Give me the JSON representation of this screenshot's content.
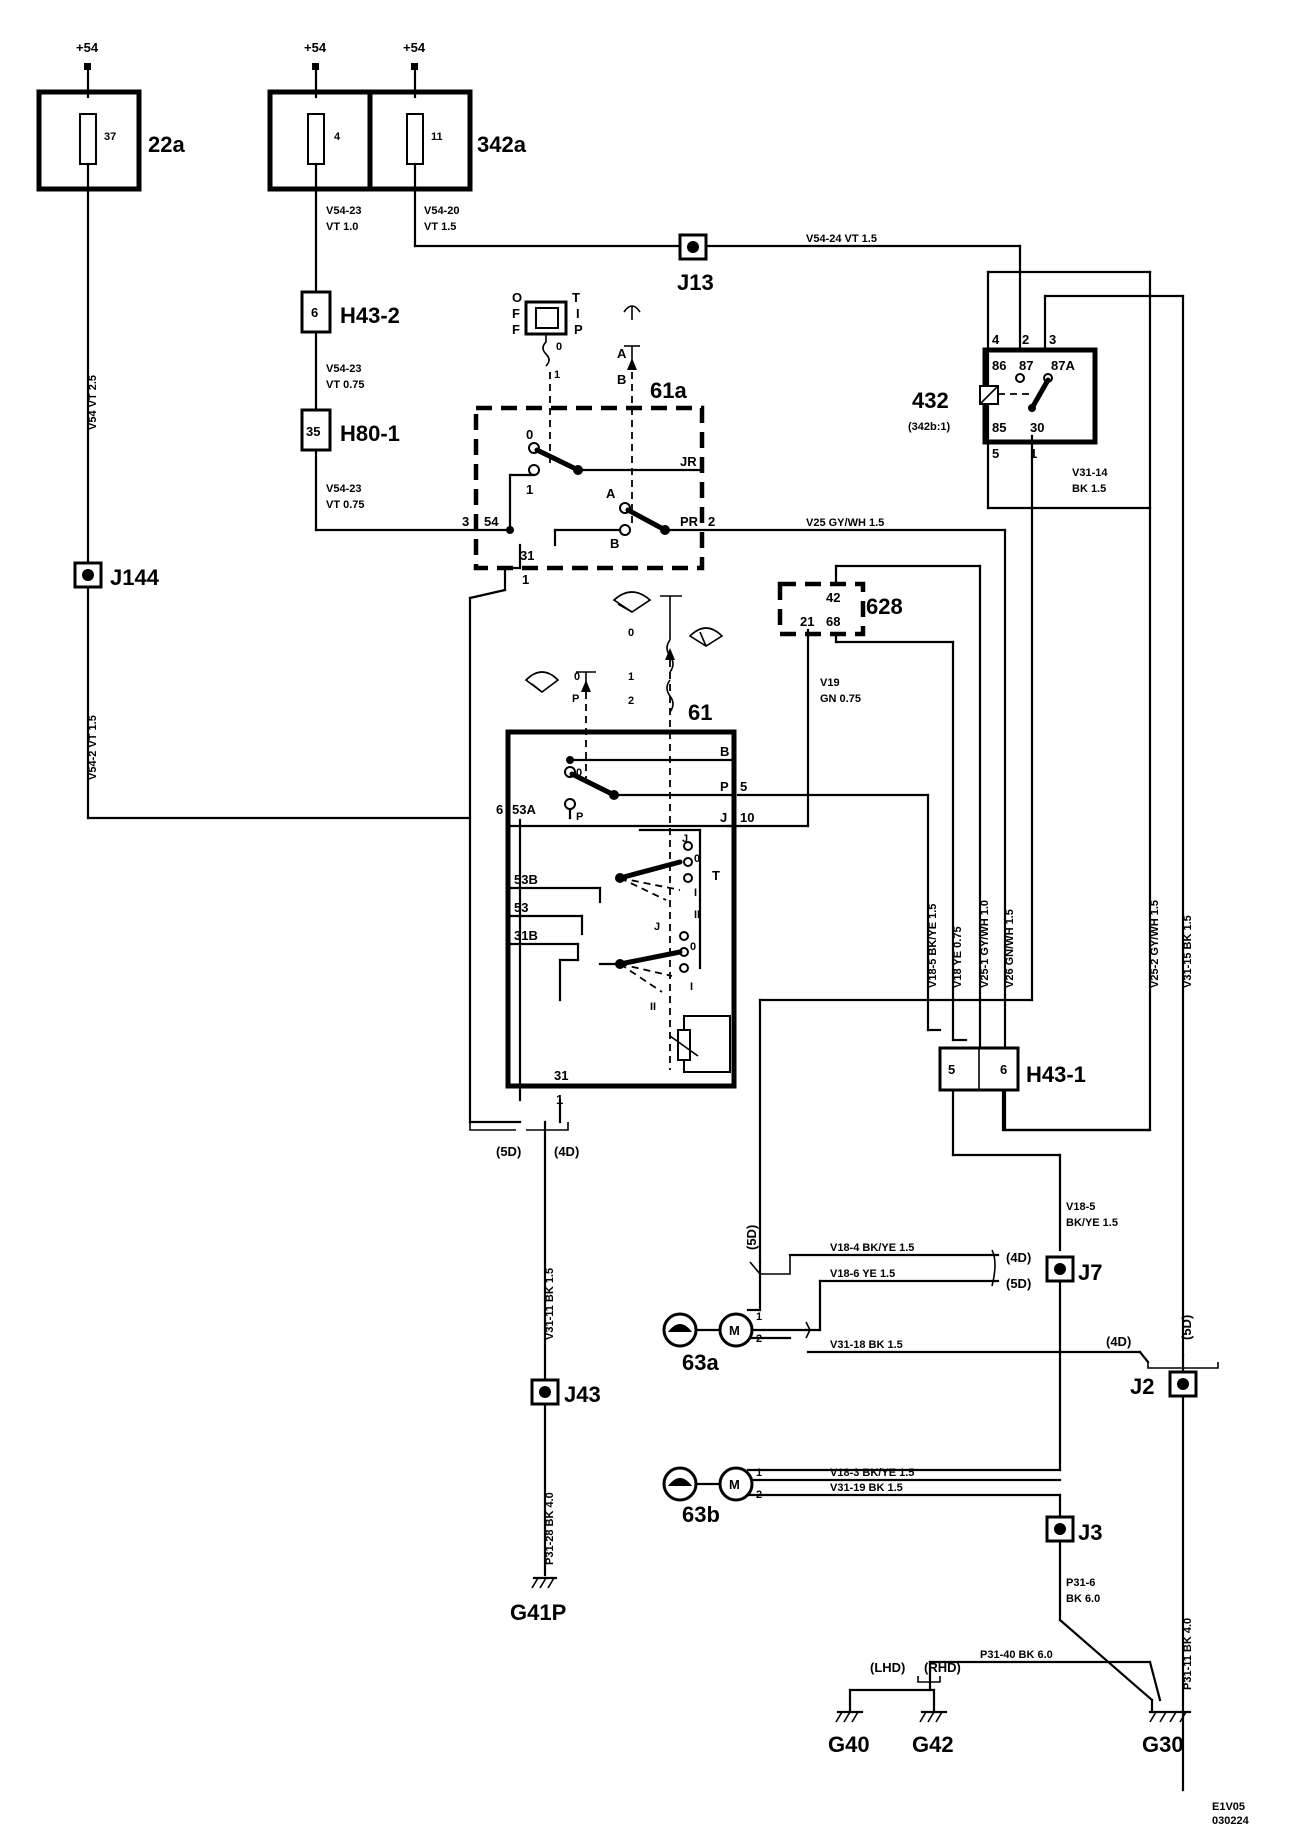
{
  "supply": [
    "+54",
    "+54",
    "+54"
  ],
  "fuse_blocks": {
    "b22a": "22a",
    "b342a": "342a",
    "f37": "37",
    "f4": "4",
    "f11": "11"
  },
  "wires": {
    "v54_23_top": "V54-23",
    "vt_10": "VT    1.0",
    "v54_20": "V54-20",
    "vt_15_a": "VT    1.5",
    "v54_24": "V54-24    VT      1.5",
    "v54_23_mid": "V54-23",
    "vt_075_a": "VT     0.75",
    "v54_23_low": "V54-23",
    "vt_075_b": "VT     0.75",
    "v25_main": "V25     GY/WH     1.5",
    "v54_vt25": "V54    VT    2.5",
    "v54_2_vt15": "V54-2    VT    1.5",
    "v19": "V19",
    "gn_075": "GN    0.75",
    "v31_14": "V31-14",
    "bk_15_a": "BK     1.5",
    "v18_5_v": "V18-5    BK/YE    1.5",
    "v18_v": "V18    YE    0.75",
    "v25_1_v": "V25-1    GY/WH    1.0",
    "v26_v": "V26    GN/WH    1.5",
    "v25_2_v": "V25-2    GY/WH    1.5",
    "v31_15_v": "V31-15    BK    1.5",
    "v18_5_h": "V18-5",
    "bkye_15": "BK/YE     1.5",
    "v18_4": "V18-4    BK/YE     1.5",
    "v18_6": "V18-6     YE     1.5",
    "v31_18": "V31-18    BK      1.5",
    "v31_11": "V31-11    BK    1.5",
    "p31_28": "P31-28    BK    4.0",
    "v18_3": "V18-3    BK/YE     1.5",
    "v31_19": "V31-19    BK      1.5",
    "p31_6": "P31-6",
    "bk_60_a": "BK     6.0",
    "p31_40": "P31-40    BK      6.0",
    "p31_11": "P31-11    BK    4.0"
  },
  "connectors": {
    "h43_2": "H43-2",
    "h43_2_pin": "6",
    "h80_1": "H80-1",
    "h80_1_pin": "35",
    "h43_1": "H43-1",
    "h43_1_p5": "5",
    "h43_1_p6": "6",
    "j13": "J13",
    "j144": "J144",
    "j7": "J7",
    "j43": "J43",
    "j2": "J2",
    "j3": "J3"
  },
  "relay": {
    "label": "432",
    "sub": "(342b:1)",
    "pins": [
      "4",
      "2",
      "3",
      "86",
      "87",
      "87A",
      "85",
      "30",
      "5",
      "1"
    ]
  },
  "switch_61a": {
    "label": "61a",
    "o": "O",
    "f1": "F",
    "f2": "F",
    "t": "T",
    "i": "I",
    "p": "P",
    "n0": "0",
    "n1": "1",
    "a_top": "A",
    "b_top": "B",
    "c0": "0",
    "c1": "1",
    "jr": "JR",
    "ca": "A",
    "cb": "B",
    "pr": "PR",
    "pr2": "2",
    "t3": "3",
    "t54": "54",
    "t31": "31",
    "t1": "1"
  },
  "switch_61": {
    "label": "61",
    "w0": "0",
    "w1": "1",
    "w2": "2",
    "p0": "0",
    "pp": "P",
    "b": "B",
    "p": "P",
    "p5": "5",
    "t6": "6",
    "t53a": "53A",
    "c0": "0",
    "cp": "P",
    "j": "J",
    "j10": "10",
    "t53b": "53B",
    "t53": "53",
    "t31b": "31B",
    "cj": "J",
    "c00": "0",
    "ct": "T",
    "ci": "I",
    "cii": "II",
    "dj": "J",
    "d0": "0",
    "di": "I",
    "dii": "II",
    "t31": "31",
    "t1": "1"
  },
  "unit_628": {
    "label": "628",
    "p42": "42",
    "p21": "21",
    "p68": "68"
  },
  "motors": {
    "m": "M",
    "m63a": "63a",
    "m63b": "63b",
    "a1": "1",
    "a2": "2",
    "b1": "1",
    "b2": "2"
  },
  "variants": {
    "five_d": "(5D)",
    "four_d": "(4D)",
    "v4d_j7": "(4D)",
    "v5d_j7": "(5D)",
    "v5d_rot": "(5D)",
    "v4d_j2": "(4D)",
    "v5d_j2": "(5D)",
    "lhd": "(LHD)",
    "rhd": "(RHD)"
  },
  "grounds": {
    "g41p": "G41P",
    "g40": "G40",
    "g42": "G42",
    "g30": "G30"
  },
  "footer": {
    "code1": "E1V05",
    "code2": "030224"
  }
}
